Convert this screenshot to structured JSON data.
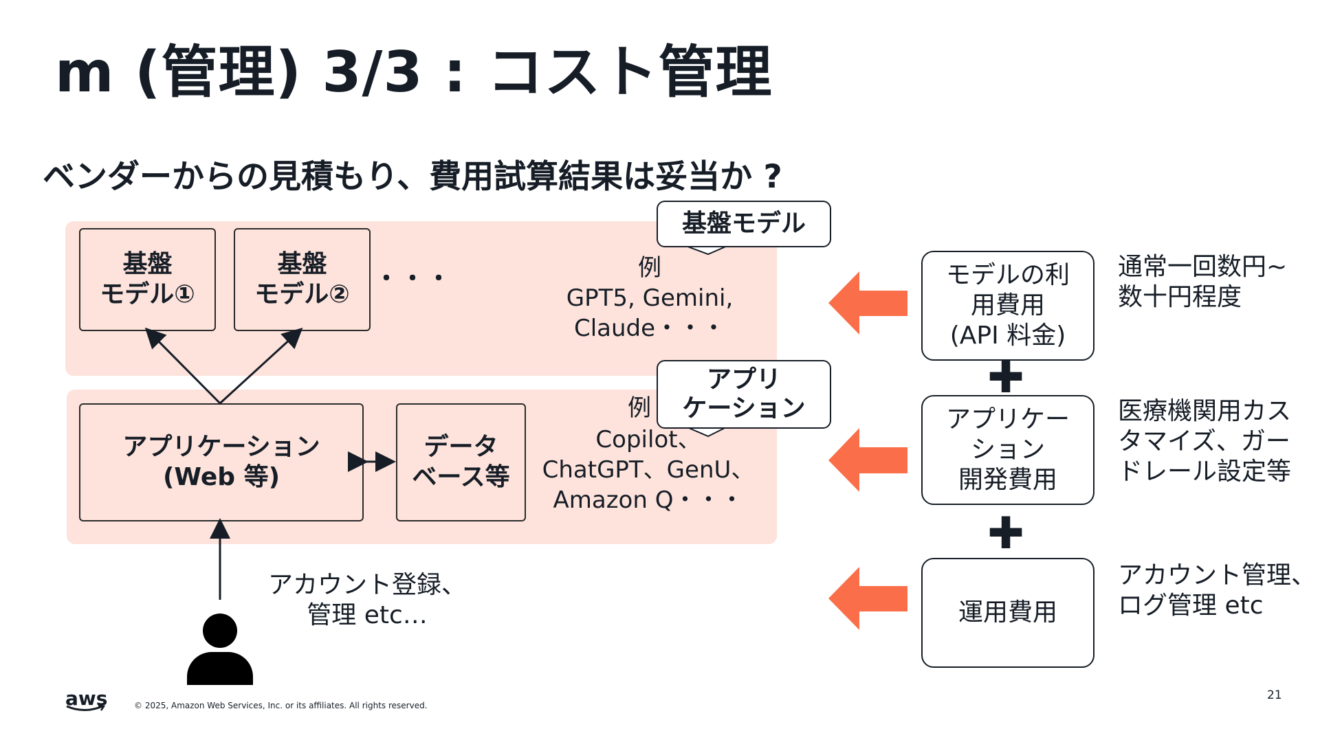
{
  "title": "m (管理) 3/3 : コスト管理",
  "subtitle": "ベンダーからの見積もり、費用試算結果は妥当か ?",
  "upper": {
    "model1": [
      "基盤",
      "モデル①"
    ],
    "model2": [
      "基盤",
      "モデル②"
    ],
    "dots": "・・・",
    "callout": "基盤モデル",
    "example": [
      "例",
      "GPT5, Gemini,",
      "Claude・・・"
    ]
  },
  "lower": {
    "app": [
      "アプリケーション",
      "(Web 等)"
    ],
    "db": [
      "データ",
      "ベース等"
    ],
    "callout": [
      "アプリ",
      "ケーション"
    ],
    "example_label": "例",
    "example": [
      "Copilot、",
      "ChatGPT、GenU、",
      "Amazon Q・・・"
    ]
  },
  "user_note": [
    "アカウント登録、",
    "管理 etc…"
  ],
  "costs": [
    {
      "lines": [
        "モデルの利",
        "用費用",
        "(API 料金)"
      ],
      "note": [
        "通常一回数円~",
        "数十円程度"
      ]
    },
    {
      "lines": [
        "アプリケー",
        "ション",
        "開発費用"
      ],
      "note": [
        "医療機関用カス",
        "タマイズ、ガー",
        "ドレール設定等"
      ]
    },
    {
      "lines": [
        "運用費用"
      ],
      "note": [
        "アカウント管理、",
        "ログ管理 etc"
      ]
    }
  ],
  "plus_symbol": "✚",
  "footer": {
    "logo": "aws",
    "copyright": "© 2025, Amazon Web Services, Inc. or its affiliates. All rights reserved.",
    "page": "21"
  },
  "colors": {
    "band": "#fde3db",
    "arrow": "#fa6f49",
    "text": "#161d26"
  }
}
